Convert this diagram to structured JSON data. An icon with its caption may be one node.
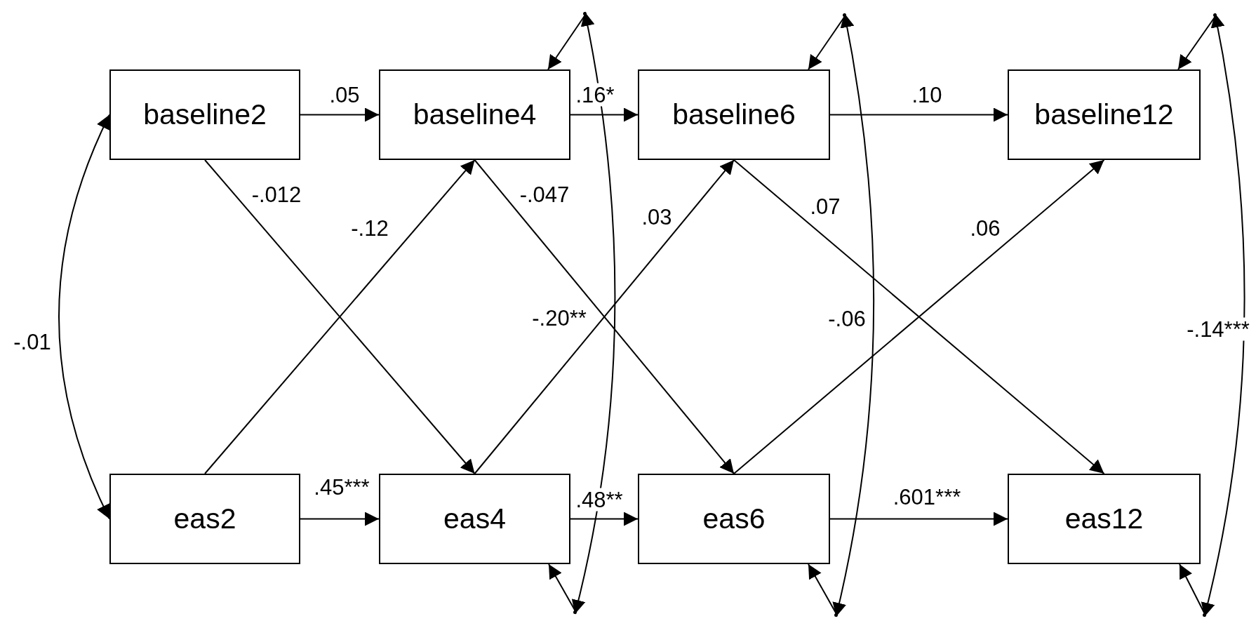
{
  "diagram": {
    "nodes": [
      {
        "text": [
          "baseline2"
        ]
      },
      {
        "text": [
          "baseline4"
        ]
      },
      {
        "text": [
          "baseline6"
        ]
      },
      {
        "text": [
          "baseline12"
        ]
      },
      {
        "text": [
          "eas2"
        ]
      },
      {
        "text": [
          "eas4"
        ]
      },
      {
        "text": [
          "eas6"
        ]
      },
      {
        "text": [
          "eas12"
        ]
      },
      {
        "text": [],
        "shape": "point"
      },
      {
        "text": [],
        "shape": "point"
      },
      {
        "text": [],
        "shape": "point"
      },
      {
        "text": [],
        "shape": "point"
      },
      {
        "text": [],
        "shape": "point"
      },
      {
        "text": [],
        "shape": "point"
      }
    ],
    "edges": [
      {
        "from": 0,
        "to": 1,
        "arrow": "to",
        "label": ".05"
      },
      {
        "from": 1,
        "to": 2,
        "arrow": "to",
        "label": ".16*"
      },
      {
        "from": 2,
        "to": 3,
        "arrow": "to",
        "label": ".10"
      },
      {
        "from": 4,
        "to": 5,
        "arrow": "to",
        "label": ".45***"
      },
      {
        "from": 5,
        "to": 6,
        "arrow": "to",
        "label": ".48**"
      },
      {
        "from": 6,
        "to": 7,
        "arrow": "to",
        "label": ".601***"
      },
      {
        "from": 0,
        "to": 5,
        "arrow": "to",
        "label": "-.012"
      },
      {
        "from": 4,
        "to": 1,
        "arrow": "to",
        "label": "-.12"
      },
      {
        "from": 1,
        "to": 6,
        "arrow": "to",
        "label": "-.047"
      },
      {
        "from": 5,
        "to": 2,
        "arrow": "to",
        "label": ".03"
      },
      {
        "from": 2,
        "to": 7,
        "arrow": "to",
        "label": ".07"
      },
      {
        "from": 6,
        "to": 3,
        "arrow": "to",
        "label": ".06"
      },
      {
        "from": 0,
        "to": 4,
        "arrow": "both",
        "label": "-.01"
      },
      {
        "from": 8,
        "to": 1,
        "arrow": "to"
      },
      {
        "from": 9,
        "to": 5,
        "arrow": "to"
      },
      {
        "from": 8,
        "to": 9,
        "arrow": "both",
        "label": "-.20**"
      },
      {
        "from": 10,
        "to": 2,
        "arrow": "to"
      },
      {
        "from": 11,
        "to": 6,
        "arrow": "to"
      },
      {
        "from": 10,
        "to": 11,
        "arrow": "both",
        "label": "-.06"
      },
      {
        "from": 12,
        "to": 3,
        "arrow": "to"
      },
      {
        "from": 13,
        "to": 7,
        "arrow": "to"
      },
      {
        "from": 12,
        "to": 13,
        "arrow": "both",
        "label": "-.14***"
      }
    ]
  }
}
